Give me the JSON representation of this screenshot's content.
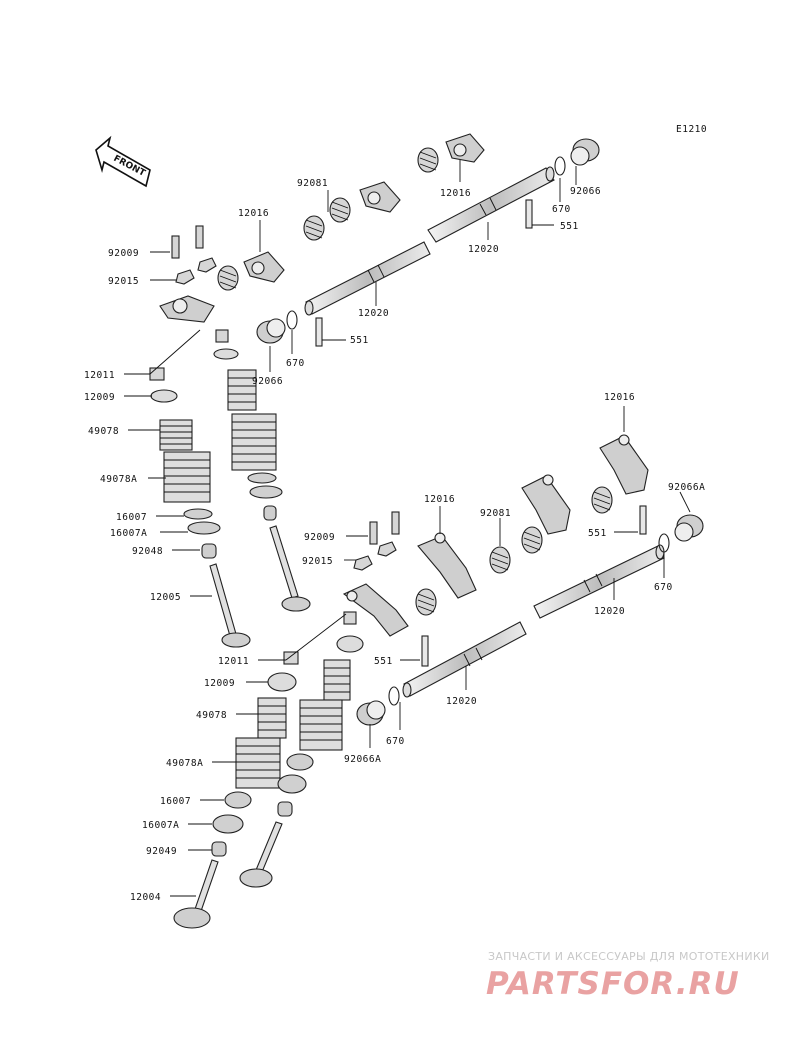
{
  "diagram": {
    "code": "E1210",
    "front_label": "FRONT",
    "labels": {
      "p_92081_a": "92081",
      "p_12016_a": "12016",
      "p_12016_b": "12016",
      "p_92066_a": "92066",
      "p_670_a": "670",
      "p_551_a": "551",
      "p_12020_a": "12020",
      "p_12020_b": "12020",
      "p_92009_a": "92009",
      "p_92015_a": "92015",
      "p_551_b": "551",
      "p_670_b": "670",
      "p_92066_b": "92066",
      "p_12011_a": "12011",
      "p_12009_a": "12009",
      "p_49078_a": "49078",
      "p_49078A_a": "49078A",
      "p_16007_a": "16007",
      "p_16007A_a": "16007A",
      "p_92048": "92048",
      "p_12005": "12005",
      "p_12016_c": "12016",
      "p_92066A_a": "92066A",
      "p_12016_d": "12016",
      "p_92081_b": "92081",
      "p_551_c": "551",
      "p_92009_b": "92009",
      "p_92015_b": "92015",
      "p_670_c": "670",
      "p_12020_c": "12020",
      "p_551_d": "551",
      "p_12011_b": "12011",
      "p_12009_b": "12009",
      "p_49078_b": "49078",
      "p_12020_d": "12020",
      "p_670_d": "670",
      "p_92066A_b": "92066A",
      "p_49078A_b": "49078A",
      "p_16007_b": "16007",
      "p_16007A_b": "16007A",
      "p_92049": "92049",
      "p_12004": "12004"
    }
  },
  "watermark": {
    "caption": "ЗАПЧАСТИ И АКСЕССУАРЫ ДЛЯ МОТОТЕХНИКИ",
    "logo": "PARTSFOR.RU"
  }
}
